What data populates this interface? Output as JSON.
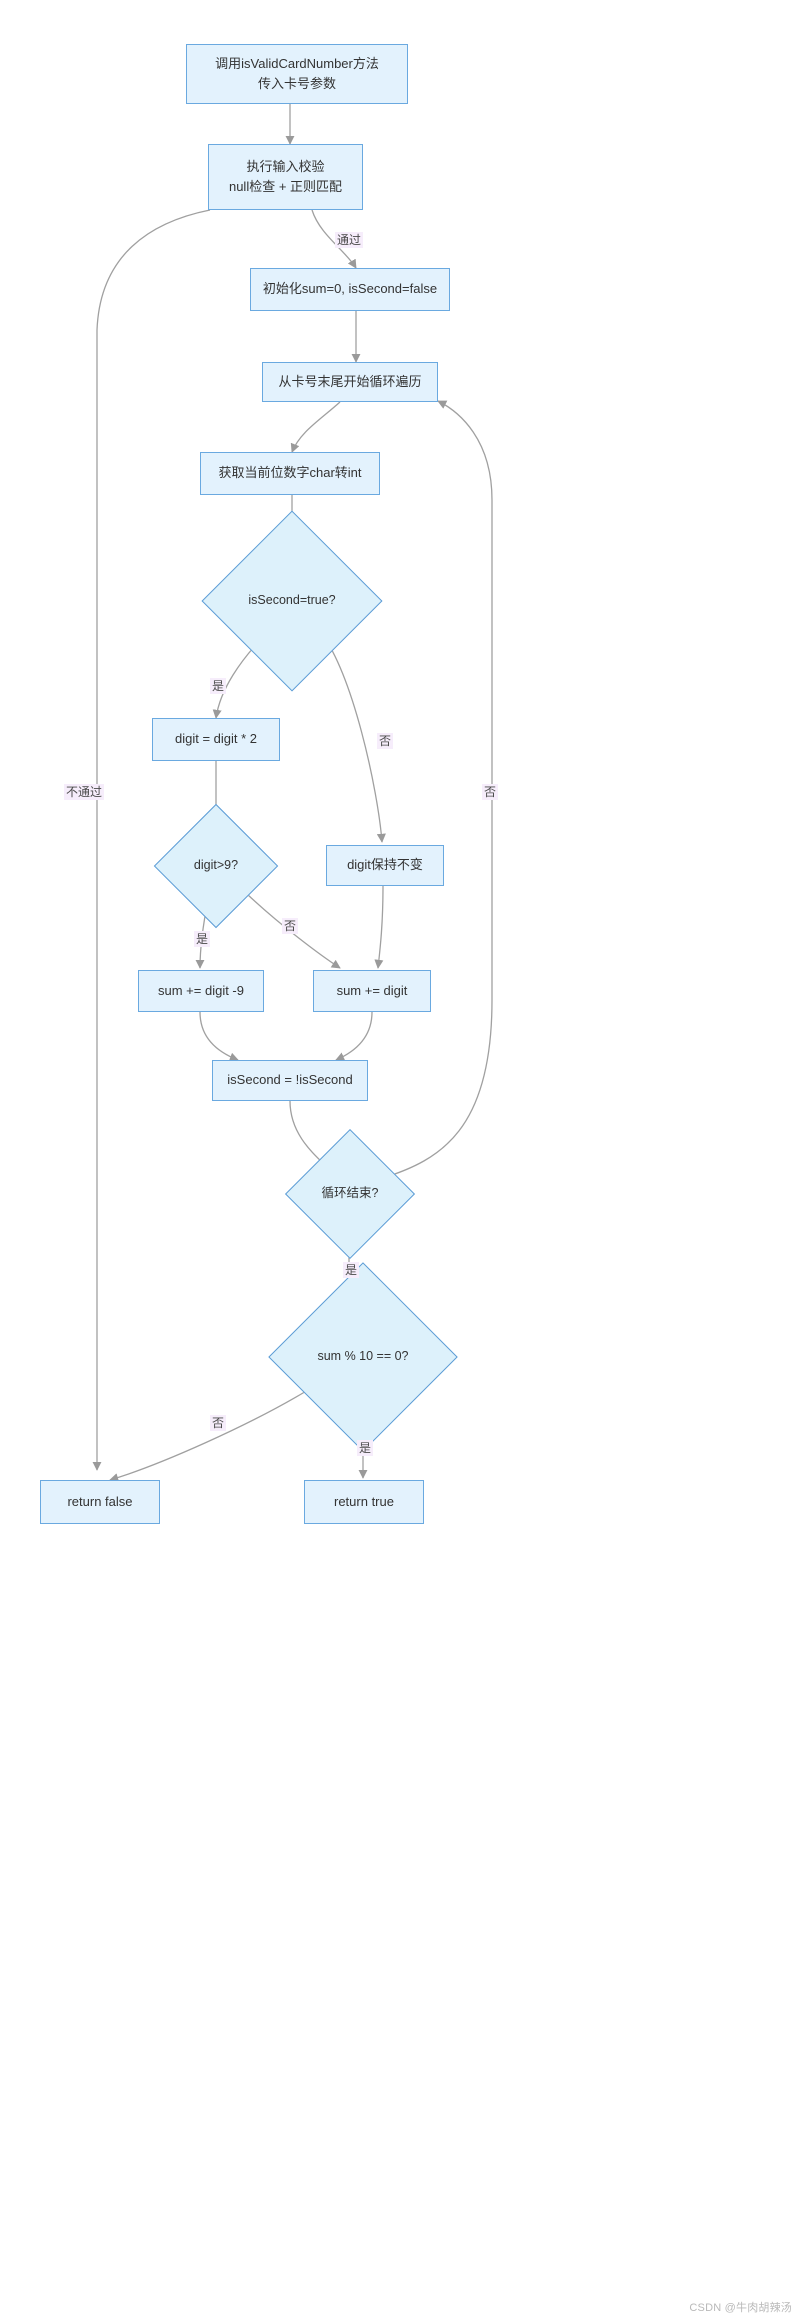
{
  "diagram": {
    "type": "flowchart",
    "title": "isValidCardNumber Luhn algorithm flowchart",
    "colors": {
      "node_fill": "#e3f2fd",
      "node_stroke": "#6aa9e0",
      "decision_fill": "#ddf1fb",
      "decision_stroke": "#5b9bd5",
      "edge_stroke": "#999999",
      "edge_label_bg": "#f6edfb",
      "text": "#333333",
      "watermark": "#b9b9b9"
    },
    "nodes": {
      "start": {
        "label": "调用isValidCardNumber方法\n传入卡号参数"
      },
      "validate": {
        "label": "执行输入校验\nnull检查 + 正则匹配"
      },
      "init": {
        "label": "初始化sum=0, isSecond=false"
      },
      "loop_start": {
        "label": "从卡号末尾开始循环遍历"
      },
      "char_to_int": {
        "label": "获取当前位数字char转int"
      },
      "is_second": {
        "label": "isSecond=true?"
      },
      "digit_double": {
        "label": "digit = digit * 2"
      },
      "digit_keep": {
        "label": "digit保持不变"
      },
      "digit_gt9": {
        "label": "digit>9?"
      },
      "sum_minus9": {
        "label": "sum += digit -9"
      },
      "sum_plain": {
        "label": "sum += digit"
      },
      "toggle_second": {
        "label": "isSecond = !isSecond"
      },
      "loop_end": {
        "label": "循环结束?"
      },
      "mod_check": {
        "label": "sum % 10 == 0?"
      },
      "return_false": {
        "label": "return false"
      },
      "return_true": {
        "label": "return true"
      }
    },
    "edge_labels": {
      "pass": "通过",
      "fail": "不通过",
      "yes_is_second": "是",
      "no_is_second": "否",
      "yes_digit_gt9": "是",
      "no_digit_gt9": "否",
      "no_loop_end": "否",
      "yes_loop_end": "是",
      "no_mod": "否",
      "yes_mod": "是"
    },
    "edges": [
      {
        "from": "start",
        "to": "validate",
        "label": ""
      },
      {
        "from": "validate",
        "to": "init",
        "label": "通过"
      },
      {
        "from": "validate",
        "to": "return_false",
        "label": "不通过"
      },
      {
        "from": "init",
        "to": "loop_start",
        "label": ""
      },
      {
        "from": "loop_start",
        "to": "char_to_int",
        "label": ""
      },
      {
        "from": "char_to_int",
        "to": "is_second",
        "label": ""
      },
      {
        "from": "is_second",
        "to": "digit_double",
        "label": "是"
      },
      {
        "from": "is_second",
        "to": "digit_keep",
        "label": "否"
      },
      {
        "from": "digit_double",
        "to": "digit_gt9",
        "label": ""
      },
      {
        "from": "digit_gt9",
        "to": "sum_minus9",
        "label": "是"
      },
      {
        "from": "digit_gt9",
        "to": "sum_plain",
        "label": "否"
      },
      {
        "from": "digit_keep",
        "to": "sum_plain",
        "label": ""
      },
      {
        "from": "sum_minus9",
        "to": "toggle_second",
        "label": ""
      },
      {
        "from": "sum_plain",
        "to": "toggle_second",
        "label": ""
      },
      {
        "from": "toggle_second",
        "to": "loop_end",
        "label": ""
      },
      {
        "from": "loop_end",
        "to": "loop_start",
        "label": "否"
      },
      {
        "from": "loop_end",
        "to": "mod_check",
        "label": "是"
      },
      {
        "from": "mod_check",
        "to": "return_false",
        "label": "否"
      },
      {
        "from": "mod_check",
        "to": "return_true",
        "label": "是"
      }
    ]
  },
  "watermark": {
    "text": "CSDN @牛肉胡辣汤"
  }
}
